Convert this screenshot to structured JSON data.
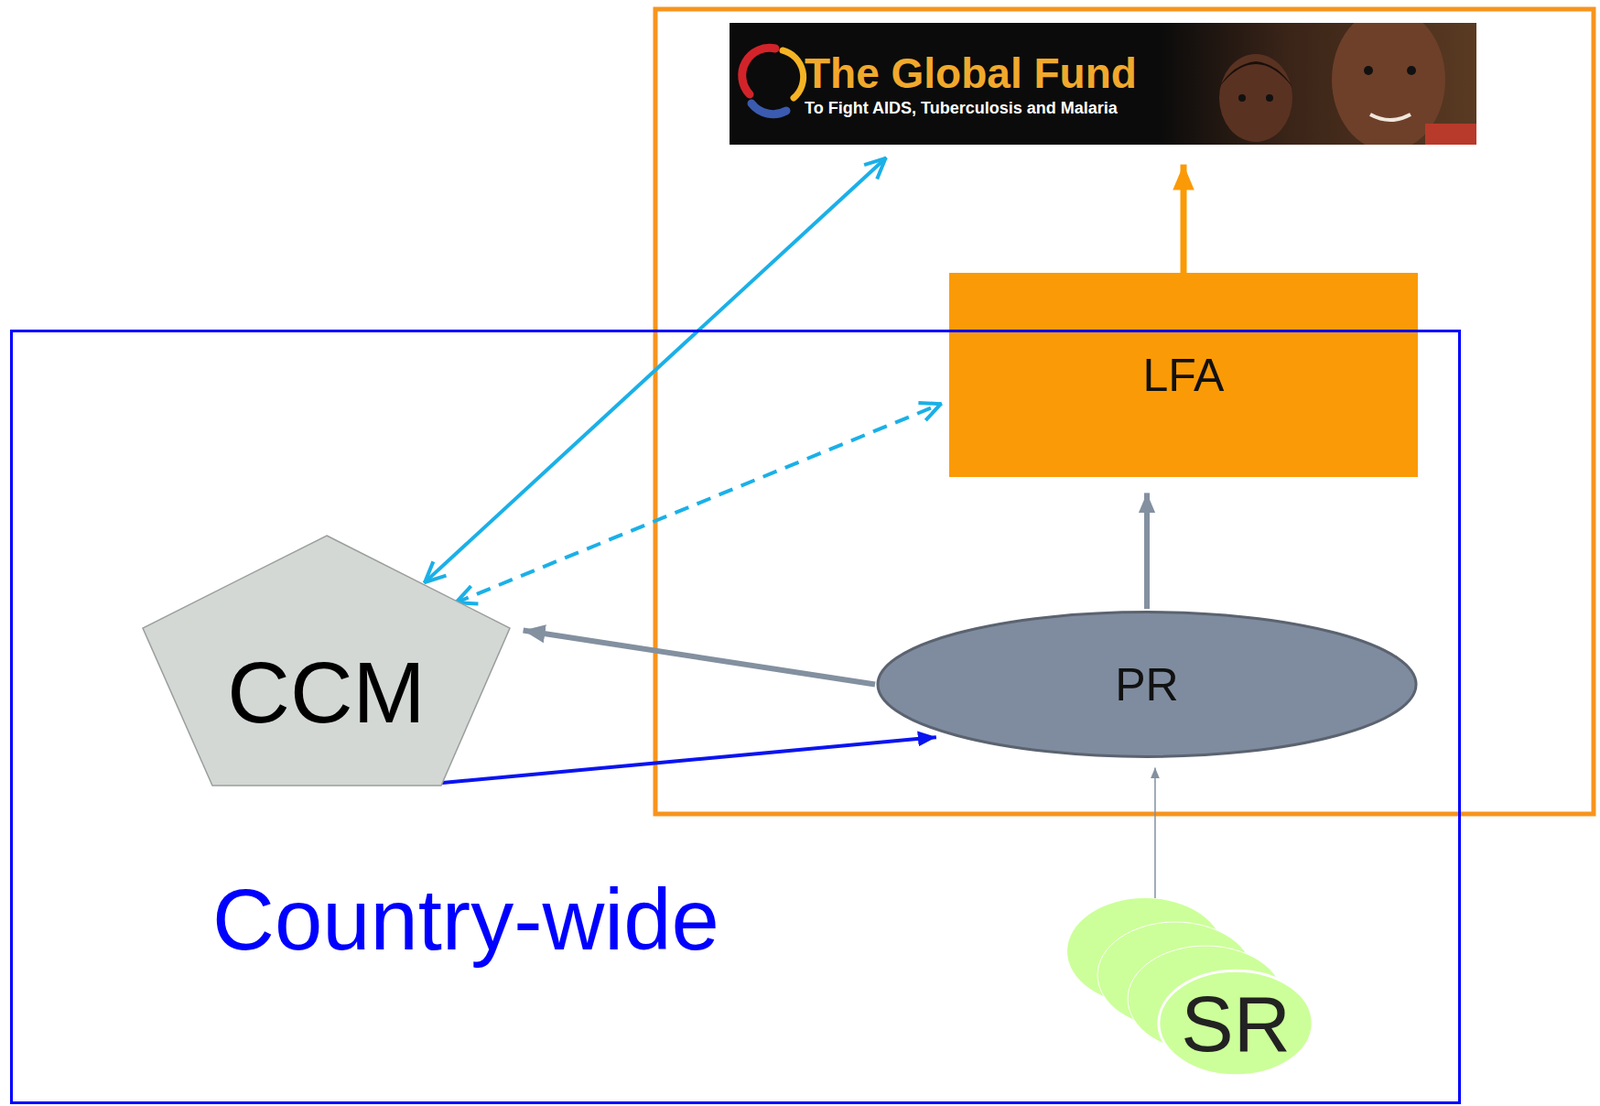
{
  "diagram": {
    "nodes": [
      {
        "text": [
          "The Global Fund",
          "To Fight AIDS, Tuberculosis and Malaria"
        ]
      },
      {
        "text": [
          "LFA"
        ]
      },
      {
        "text": [
          "Country-wide"
        ]
      },
      {
        "text": [
          "CCM"
        ],
        "in": 2
      },
      {
        "text": [
          "PR"
        ],
        "in": 2
      },
      {
        "text": [
          "SR"
        ],
        "in": 2
      }
    ],
    "edges": [
      {
        "from": 3,
        "to": 0,
        "arrow": "both"
      },
      {
        "from": 3,
        "to": 1,
        "arrow": "both"
      },
      {
        "from": 4,
        "to": 3,
        "arrow": "to"
      },
      {
        "from": 3,
        "to": 4,
        "arrow": "to"
      },
      {
        "from": 4,
        "to": 1,
        "arrow": "to"
      },
      {
        "from": 1,
        "to": 0,
        "arrow": "to"
      },
      {
        "from": 5,
        "to": 4,
        "arrow": "to"
      }
    ]
  }
}
